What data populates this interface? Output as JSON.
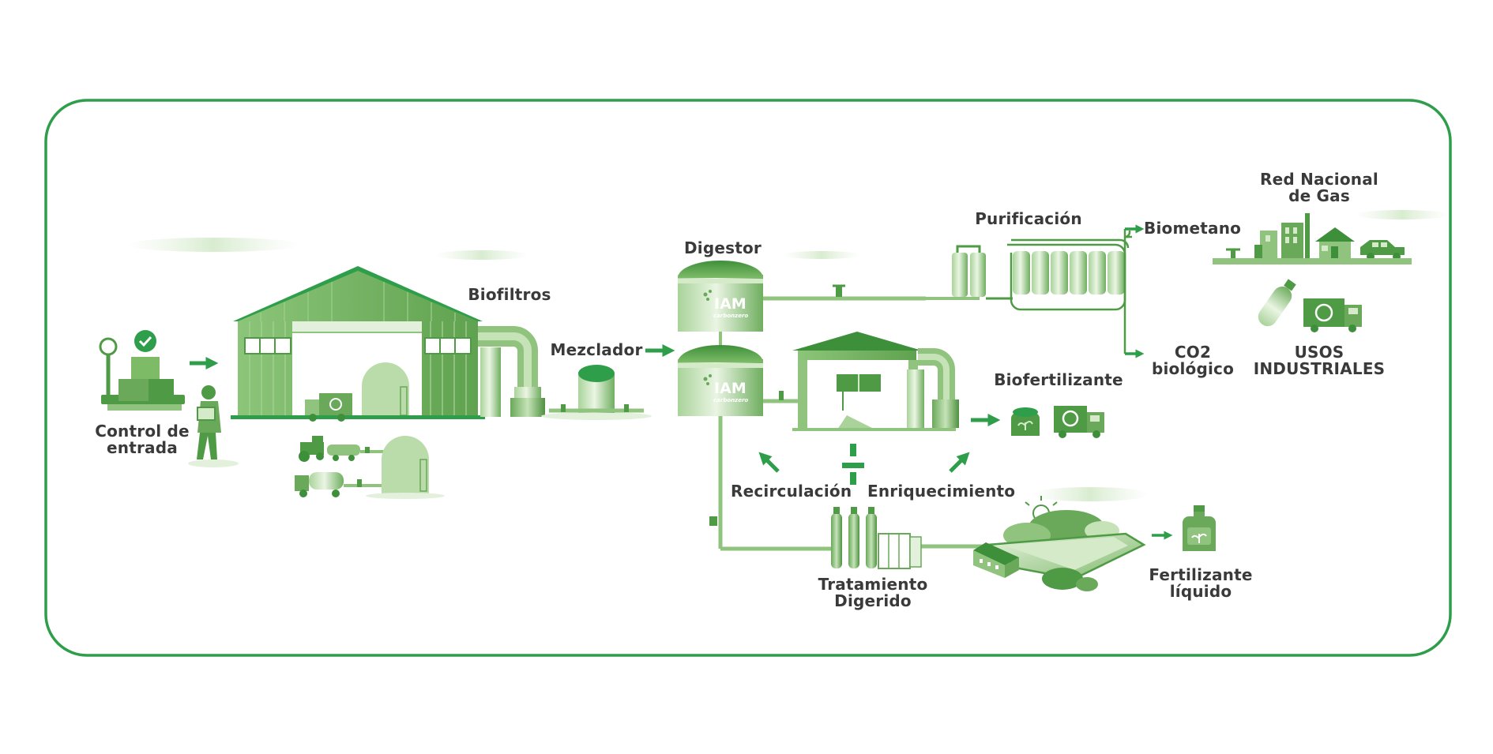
{
  "colors": {
    "border": "#2e9e4a",
    "arrow": "#2e9e4a",
    "green_dark": "#4f9a45",
    "green_mid": "#8fc37e",
    "green_light": "#d4eac9",
    "label_text": "#3a3a3a"
  },
  "labels": {
    "control_line1": "Control de",
    "control_line2": "entrada",
    "biofiltros": "Biofiltros",
    "mezclador": "Mezclador",
    "digestor": "Digestor",
    "purificacion": "Purificación",
    "biometano": "Biometano",
    "red_line1": "Red Nacional",
    "red_line2": "de Gas",
    "co2_line1": "CO2",
    "co2_line2": "biológico",
    "usos_line1": "USOS",
    "usos_line2": "INDUSTRIALES",
    "biofertilizante": "Biofertilizante",
    "recirculacion": "Recirculación",
    "enriquecimiento": "Enriquecimiento",
    "tratamiento_line1": "Tratamiento",
    "tratamiento_line2": "Digerido",
    "fertilizante_line1": "Fertilizante",
    "fertilizante_line2": "líquido"
  },
  "logo": {
    "brand": "IAM",
    "tagline": "carbonzero"
  },
  "icons": {
    "scale": "scale-icon",
    "check_badge": "check-badge-icon",
    "worker": "worker-icon",
    "warehouse": "warehouse-icon",
    "truck": "truck-icon",
    "tractor": "tractor-icon",
    "tank_truck": "tank-truck-icon",
    "mixer_tank": "mixer-tank-icon",
    "digester_tank": "digester-tank-icon",
    "purification_columns": "purification-columns-icon",
    "factory": "factory-icon",
    "house": "house-icon",
    "car": "car-icon",
    "gas_cylinder": "gas-cylinder-icon",
    "fertilizer_sack": "fertilizer-sack-icon",
    "gas_bottles": "gas-bottles-icon",
    "field": "field-icon",
    "jerrycan": "jerrycan-icon"
  }
}
